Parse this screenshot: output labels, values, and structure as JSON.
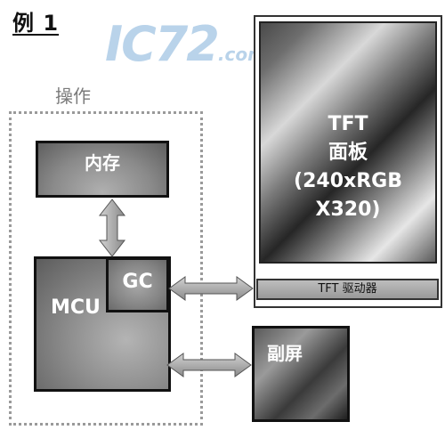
{
  "example_title": "例 1",
  "watermark": {
    "main": "IC72",
    "suffix": ".com"
  },
  "operation_label": "操作",
  "memory_label": "内存",
  "mcu_label": "MCU",
  "gc_label": "GC",
  "tft_panel_lines": [
    "TFT",
    "面板",
    "(240xRGB",
    "X320)"
  ],
  "tft_driver_label": "TFT 驱动器",
  "sub_screen_label": "副屏"
}
